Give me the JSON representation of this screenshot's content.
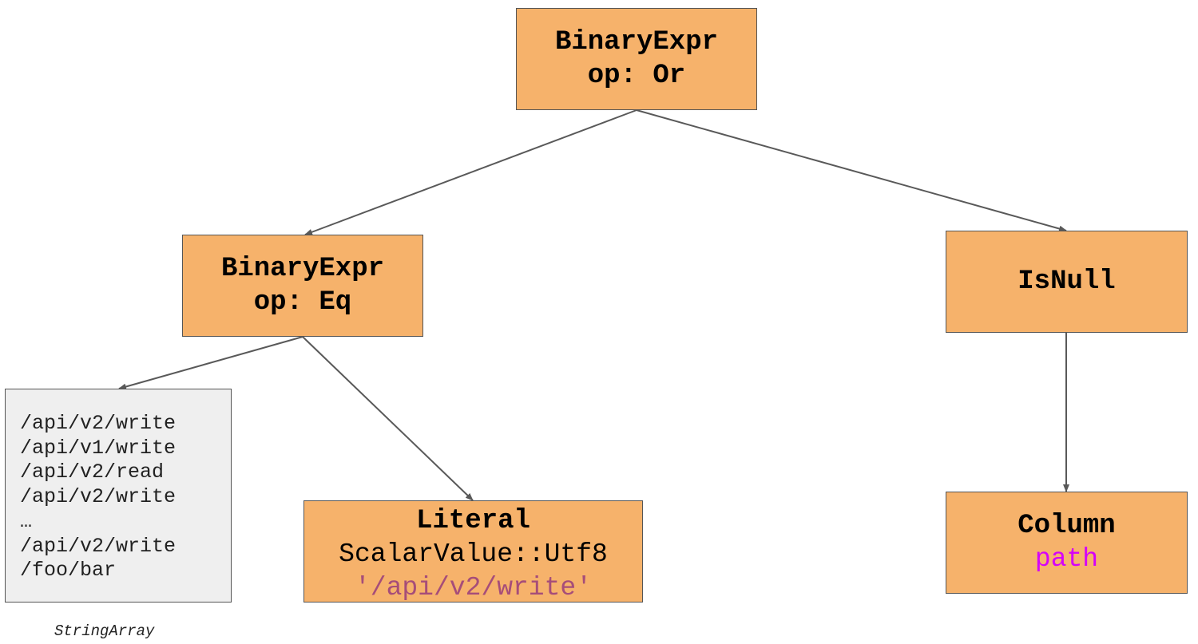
{
  "nodes": {
    "root": {
      "title": "BinaryExpr",
      "op": "op: Or"
    },
    "eq": {
      "title": "BinaryExpr",
      "op": "op: Eq"
    },
    "isnull": {
      "title": "IsNull"
    },
    "literal": {
      "title": "Literal",
      "type": "ScalarValue::Utf8",
      "value": "'/api/v2/write'"
    },
    "column": {
      "title": "Column",
      "name": "path"
    }
  },
  "string_array": {
    "items": [
      "/api/v2/write",
      "/api/v1/write",
      "/api/v2/read",
      "/api/v2/write",
      "…",
      "/api/v2/write",
      "/foo/bar"
    ],
    "caption": "StringArray"
  },
  "colors": {
    "node_fill": "#f6b26b",
    "array_fill": "#efefef",
    "edge": "#595959",
    "string_literal": "#a64d79",
    "column_name": "#d500f9"
  }
}
